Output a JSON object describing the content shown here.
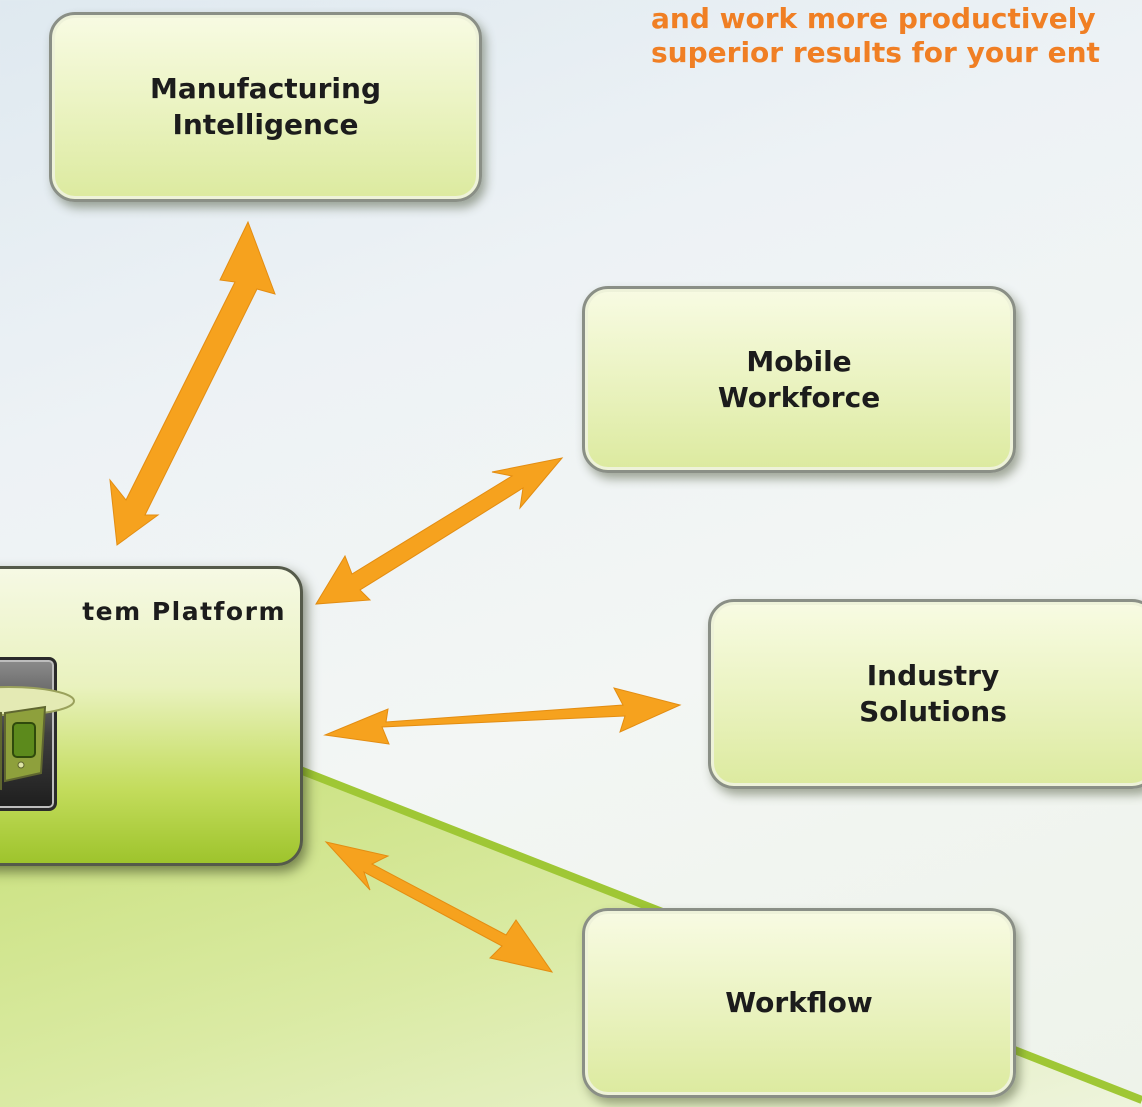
{
  "headline": {
    "line1": "and work more productively",
    "line2": "superior results for your ent",
    "color": "#f07f24"
  },
  "nodes": {
    "manufacturing": {
      "line1": "Manufacturing",
      "line2": "Intelligence"
    },
    "mobile": {
      "line1": "Mobile",
      "line2": "Workforce"
    },
    "industry": {
      "line1": "Industry",
      "line2": "Solutions"
    },
    "workflow": {
      "line1": "Workflow"
    },
    "platform": {
      "title": "tem Platform"
    }
  },
  "colors": {
    "arrow": "#f6a21e",
    "node_fill": "#ecf4c5",
    "platform_fill": "#9ec42c",
    "swoosh": "#a9cd42"
  }
}
